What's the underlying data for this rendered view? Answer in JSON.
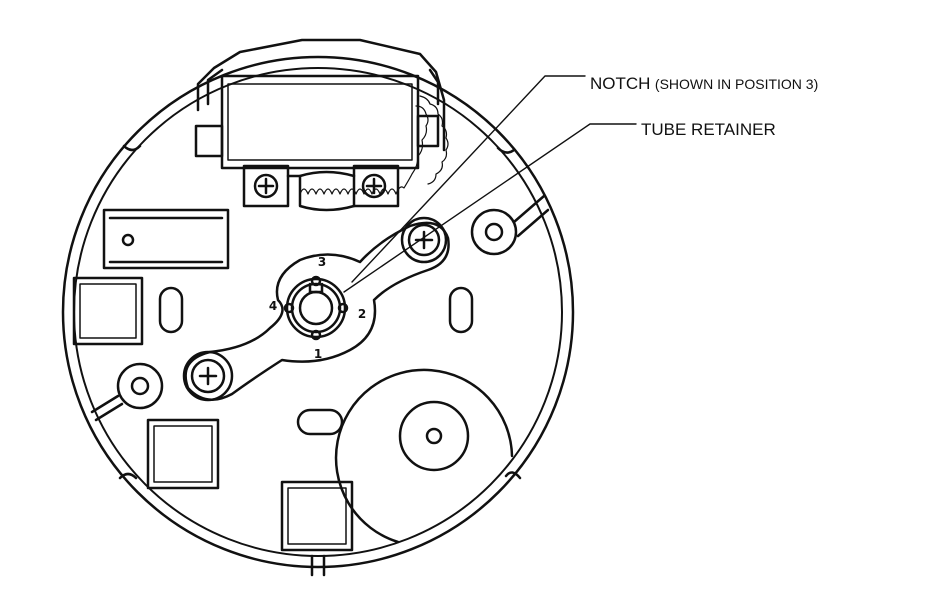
{
  "callouts": {
    "notch_main": "NOTCH",
    "notch_detail": "(SHOWN IN POSITION 3)",
    "tube_retainer": "TUBE RETAINER"
  },
  "positions": {
    "p1": "1",
    "p2": "2",
    "p3": "3",
    "p4": "4"
  },
  "colors": {
    "line": "#111111",
    "background": "#ffffff"
  }
}
